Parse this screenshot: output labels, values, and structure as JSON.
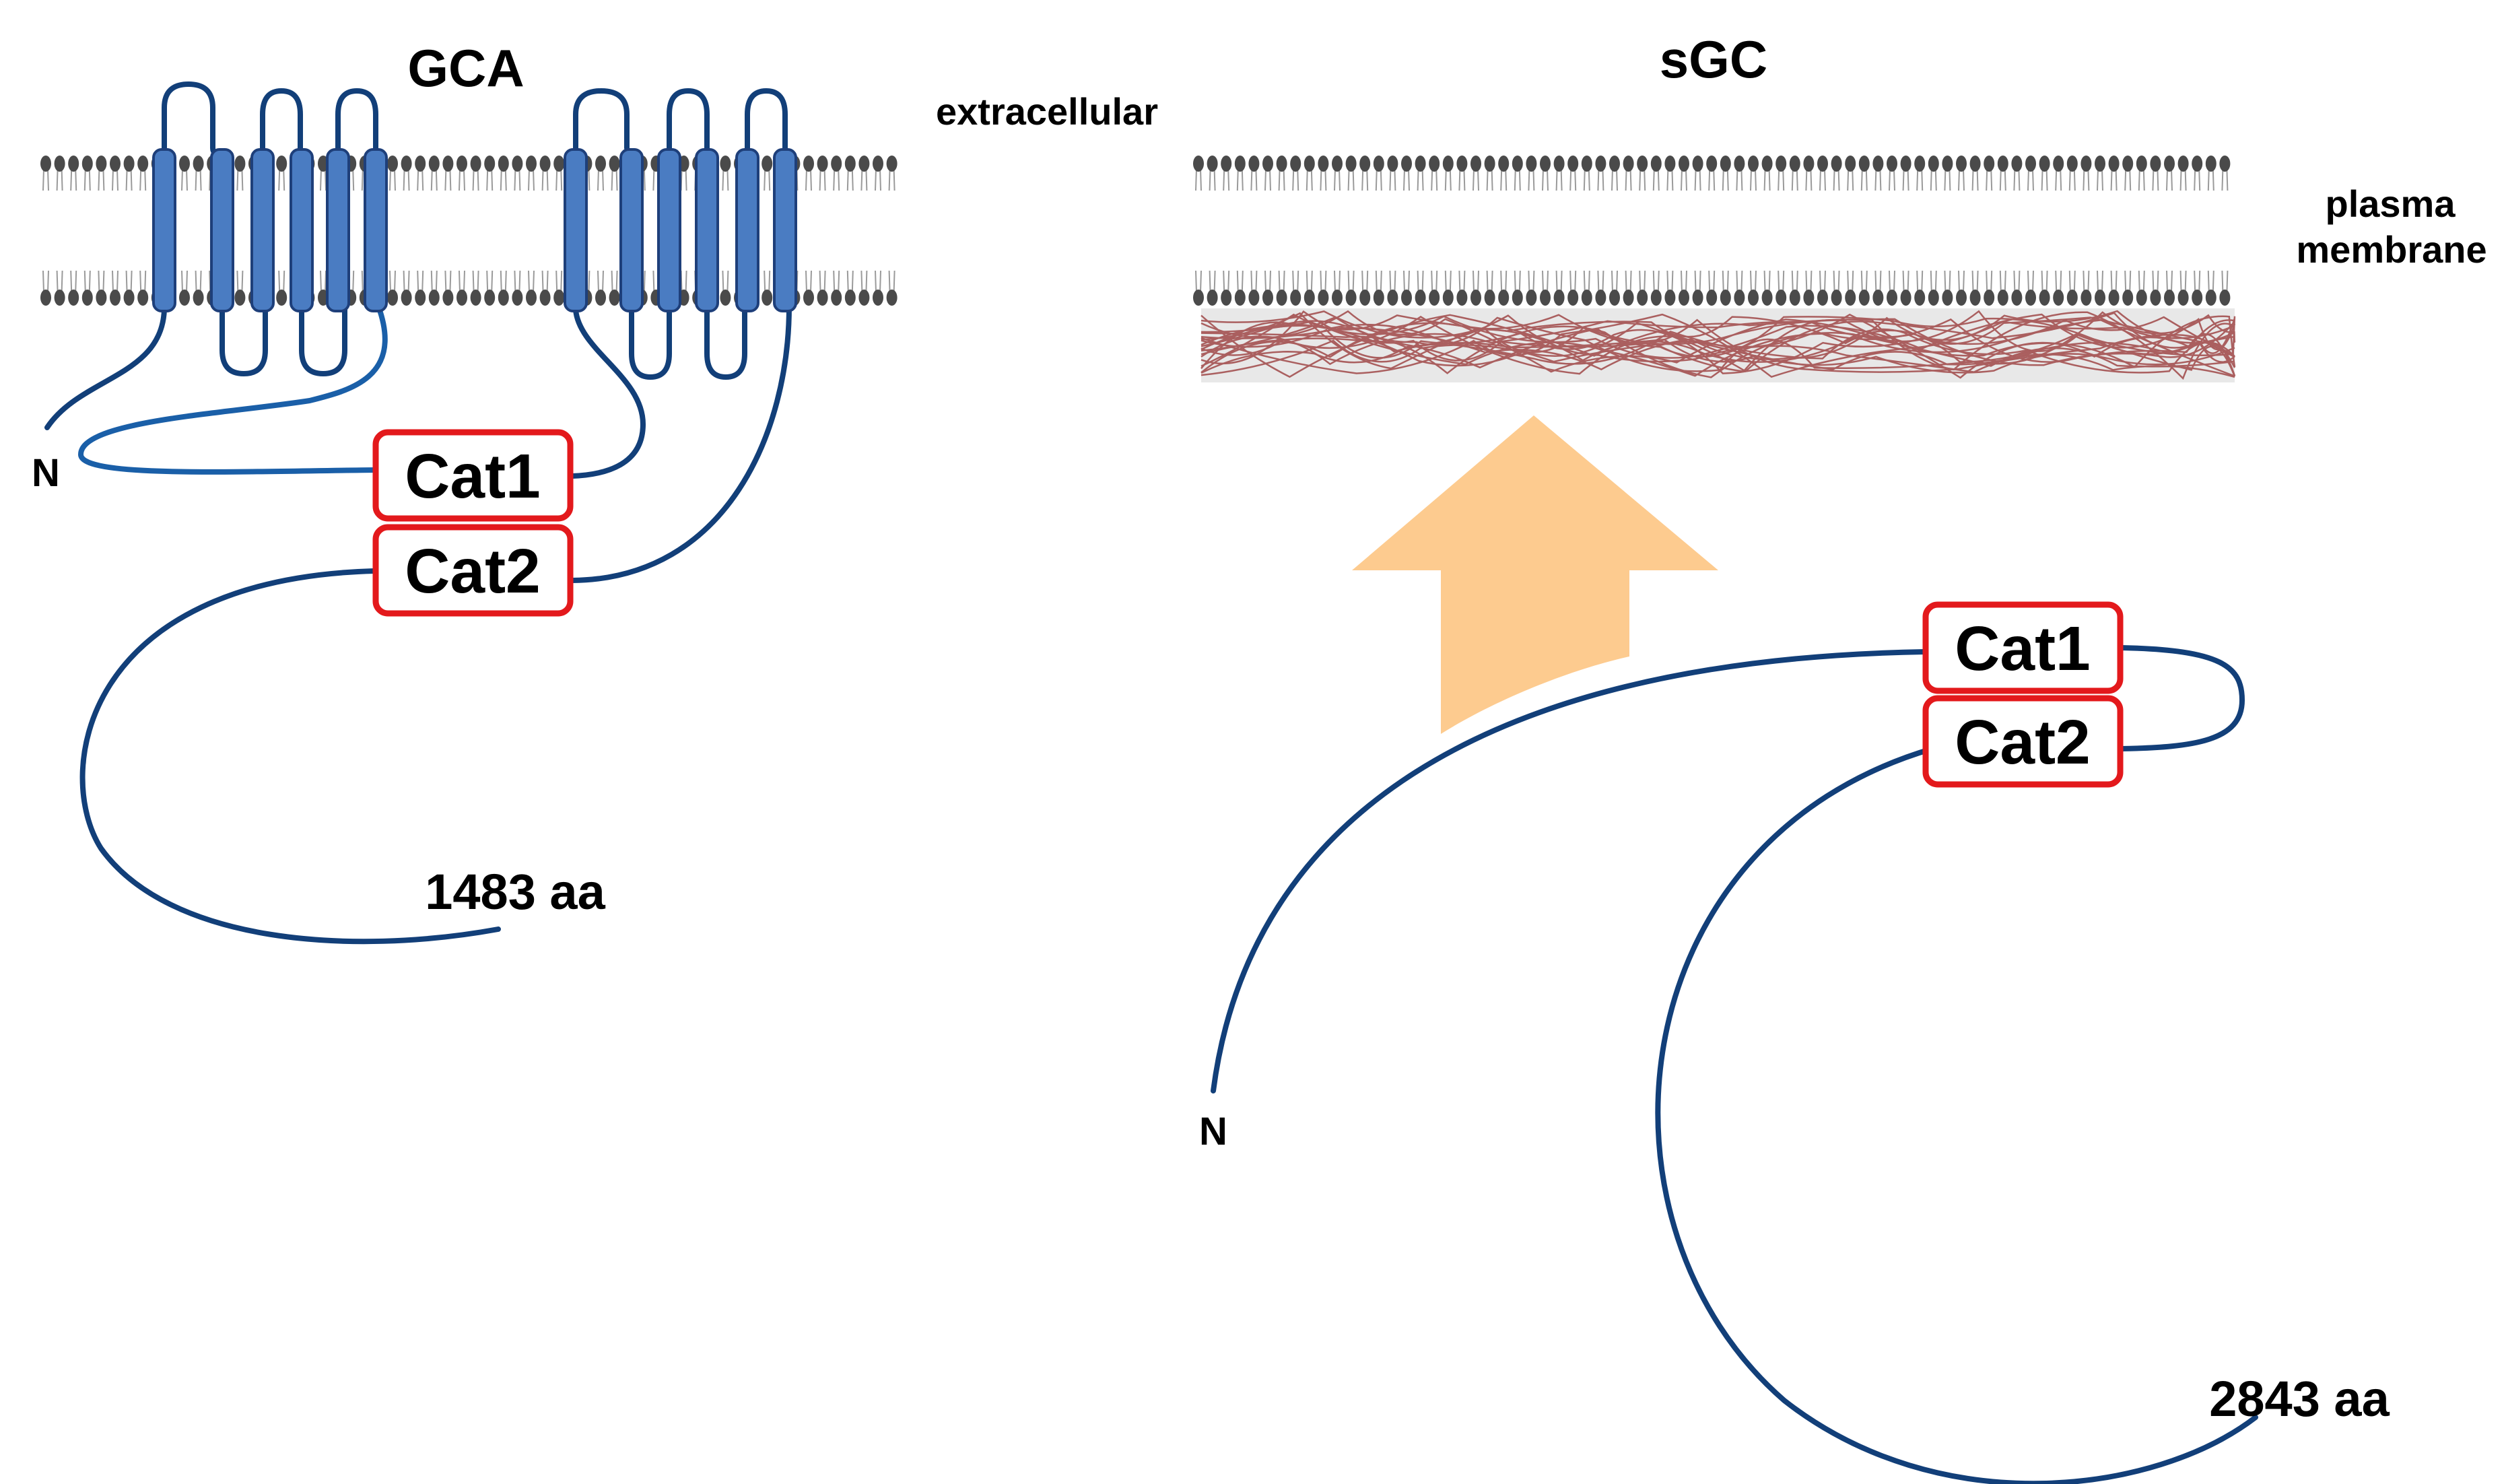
{
  "colors": {
    "membrane_head": "#4a4a4a",
    "membrane_tail": "#9a9a9a",
    "helix_fill": "#4a7cc2",
    "helix_stroke": "#1e3f7a",
    "chain": "#123f79",
    "domain_border": "#e3191c",
    "arrow": "#fdcb8f",
    "cortex_fill": "#e6e6e6",
    "cortex_fiber": "#a04040"
  },
  "gca": {
    "title": "GCA",
    "n_terminus": "N",
    "cat1": "Cat1",
    "cat2": "Cat2",
    "length": "1483 aa"
  },
  "sgc": {
    "title": "sGC",
    "n_terminus": "N",
    "cat1": "Cat1",
    "cat2": "Cat2",
    "length": "2843 aa"
  },
  "labels": {
    "extracellular": "extracellular",
    "plasma_membrane_line1": "plasma",
    "plasma_membrane_line2": "membrane"
  }
}
